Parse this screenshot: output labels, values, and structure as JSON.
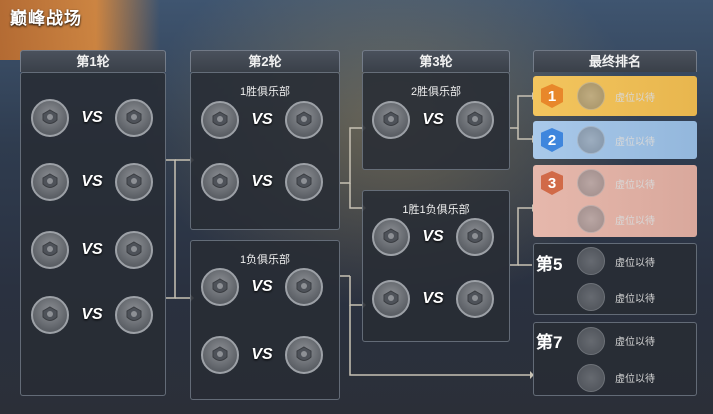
{
  "header": {
    "title": "巅峰战场"
  },
  "rounds": [
    {
      "label": "第1轮"
    },
    {
      "label": "第2轮",
      "groups": [
        "1胜俱乐部",
        "1负俱乐部"
      ]
    },
    {
      "label": "第3轮",
      "groups": [
        "2胜俱乐部",
        "1胜1负俱乐部"
      ]
    }
  ],
  "final": {
    "label": "最终排名",
    "placeholder": "虚位以待",
    "ranks": [
      "1",
      "2",
      "3"
    ],
    "place5": "第5",
    "place7": "第7"
  },
  "vs": "VS",
  "colors": {
    "gold": "#f0b84a",
    "blue": "#4a8fe0",
    "bronze": "#d9785a"
  }
}
